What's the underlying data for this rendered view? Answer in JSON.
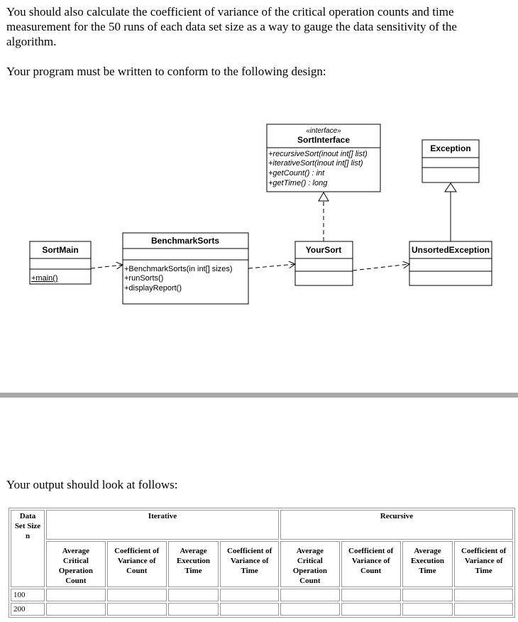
{
  "intro": {
    "paragraph1": "You should also calculate the coefficient of variance of the critical operation counts and time measurement for the 50 runs of each data set size as a way to gauge the data sensitivity of the algorithm.",
    "paragraph2": "Your program must be written to conform to the following design:",
    "paragraph3": "Your output should look at follows:"
  },
  "diagram": {
    "sort_interface": {
      "stereotype": "«interface»",
      "name": "SortInterface",
      "operations": [
        "+recursiveSort(inout int[] list)",
        "+iterativeSort(inout int[] list)",
        "+getCount() : int",
        "+getTime() : long"
      ]
    },
    "exception": {
      "name": "Exception"
    },
    "sort_main": {
      "name": "SortMain",
      "operations": [
        "+main()"
      ]
    },
    "benchmark_sorts": {
      "name": "BenchmarkSorts",
      "operations": [
        "+BenchmarkSorts(in int[] sizes)",
        "+runSorts()",
        "+displayReport()"
      ]
    },
    "your_sort": {
      "name": "YourSort"
    },
    "unsorted_exception": {
      "name": "UnsortedException"
    }
  },
  "table": {
    "data_header": "Data Set Size n",
    "groups": [
      "Iterative",
      "Recursive"
    ],
    "columns": [
      "Average Critical Operation Count",
      "Coefficient of Variance of Count",
      "Average Execution Time",
      "Coefficient of Variance of Time",
      "Average Critical Operation Count",
      "Coefficient of Variance of Count",
      "Average Execution Time",
      "Coefficient of Variance of Time"
    ],
    "rows": [
      "100",
      "200"
    ]
  }
}
